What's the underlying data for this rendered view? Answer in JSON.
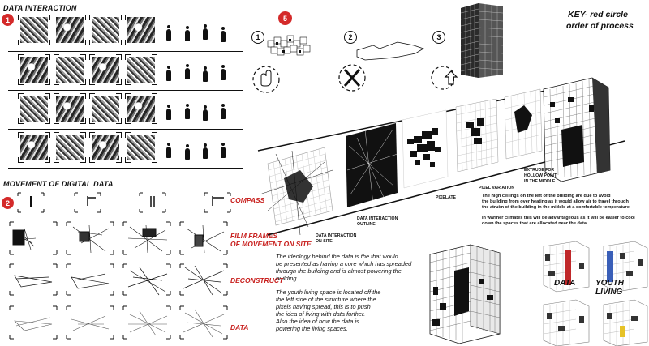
{
  "left": {
    "data_interaction_title": "DATA INTERACTION",
    "movement_title": "MOVEMENT OF DIGITAL DATA",
    "step1": "1",
    "step2": "2",
    "compass": "COMPASS",
    "film_frames_line1": "FILM FRAMES",
    "film_frames_line2": "OF MOVEMENT ON SITE",
    "deconstruct": "DECONSTRUCT",
    "data": "DATA"
  },
  "top": {
    "step5": "5",
    "order1": "1",
    "order2": "2",
    "order3": "3",
    "key_line1": "KEY- red circle",
    "key_line2": "order of process"
  },
  "labels": {
    "data_interaction_outline_l1": "DATA INTERACTION",
    "data_interaction_outline_l2": "OUTLINE",
    "data_interaction_site_l1": "DATA INTERACTION",
    "data_interaction_site_l2": "ON SITE",
    "pixelate": "PIXELATE",
    "pixel_variation": "PIXEL VARIATION",
    "extrude_l1": "EXTRUDE FOR",
    "extrude_l2": "HOLLOW POINT",
    "extrude_l3": "IN THE MIDDLE"
  },
  "notes": {
    "ceiling_l1": "The high ceilings on the left of the building are due to avoid",
    "ceiling_l2": "the building from over heating as it would allow air to travel through",
    "ceiling_l3": "the atruim of the building in the middle at a comfortable temperature",
    "warm_l1": "In warmer climates this will be advantageous as it will be easier to cool",
    "warm_l2": "down the spaces that are allocated near the data."
  },
  "ideology": {
    "l1": "The ideology behind the data is the that would",
    "l2": "be presented as having a core which has spreaded",
    "l3": "through the building and is almost powering the",
    "l4": "building.",
    "l5": "The youth living space is located off the",
    "l6": "the left side of the structure where the",
    "l7": "pixels having spread, this is to push",
    "l8": "the idea of living with data further.",
    "l9": "Also the idea of how the data is",
    "l10": "powering the living spaces."
  },
  "legend": {
    "data": "DATA",
    "youth_living": "YOUTH LIVING"
  },
  "colors": {
    "accent_red": "#c8201e",
    "key_red": "#d42a2a",
    "data_red": "#c0282a",
    "youth_blue": "#3a5fb8",
    "yellow": "#e6c227"
  }
}
